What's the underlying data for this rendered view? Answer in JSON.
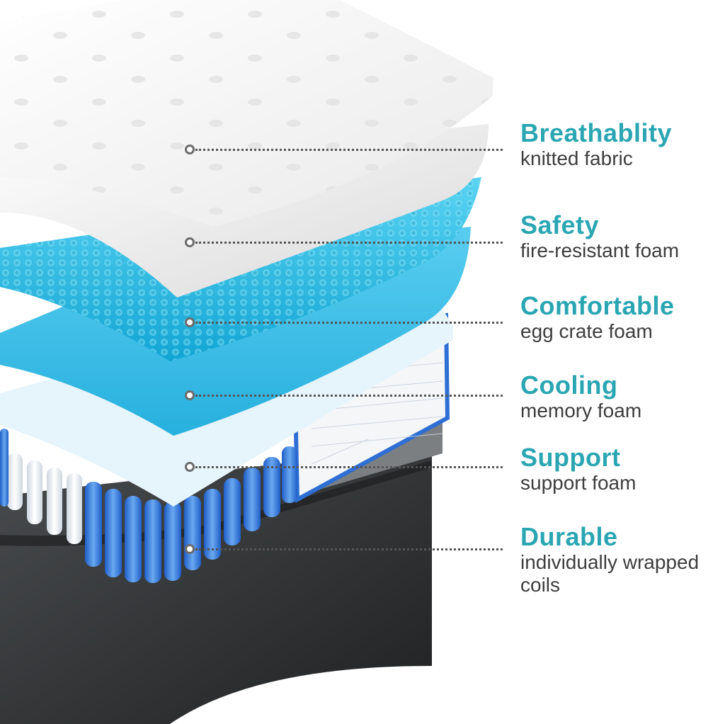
{
  "layers": [
    {
      "title": "Breathablity",
      "subtitle": "knitted fabric"
    },
    {
      "title": "Safety",
      "subtitle": "fire-resistant foam"
    },
    {
      "title": "Comfortable",
      "subtitle": "egg crate foam"
    },
    {
      "title": "Cooling",
      "subtitle": "memory foam"
    },
    {
      "title": "Support",
      "subtitle": "support foam"
    },
    {
      "title": "Durable",
      "subtitle": "individually wrapped coils"
    }
  ],
  "colors": {
    "title_teal": "#2aa6b3",
    "subtitle_gray": "#3d3d3d",
    "fabric_white": "#f7f7f7",
    "egg_crate_blue": "#22b7df",
    "memory_foam_blue": "#3cc0e6",
    "support_foam": "#e4f3fb",
    "coil_blue": "#2f6fd3",
    "base_black": "#2b2d2e"
  }
}
